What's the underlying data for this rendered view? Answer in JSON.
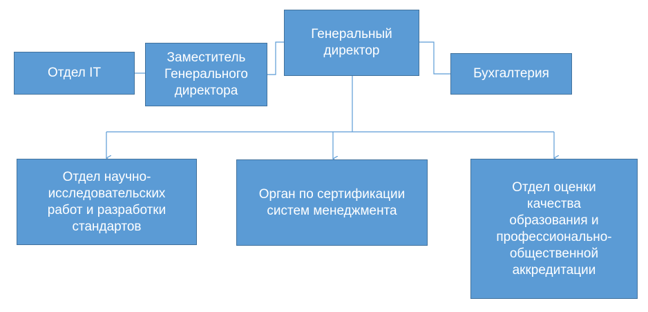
{
  "org_chart": {
    "ceo": "Генеральный\nдиректор",
    "deputy": "Заместитель\nГенерального\nдиректора",
    "it": "Отдел IT",
    "accounting": "Бухгалтерия",
    "research": "Отдел научно-\nисследовательских\nработ и разработки\nстандартов",
    "certification": "Орган по сертификации\nсистем менеджмента",
    "quality": "Отдел оценки\nкачества\nобразования и\nпрофессионально-\nобщественной\nаккредитации"
  },
  "colors": {
    "box_fill": "#5b9bd5",
    "box_border": "#41719c",
    "connector": "#5b9bd5",
    "text": "#ffffff"
  }
}
